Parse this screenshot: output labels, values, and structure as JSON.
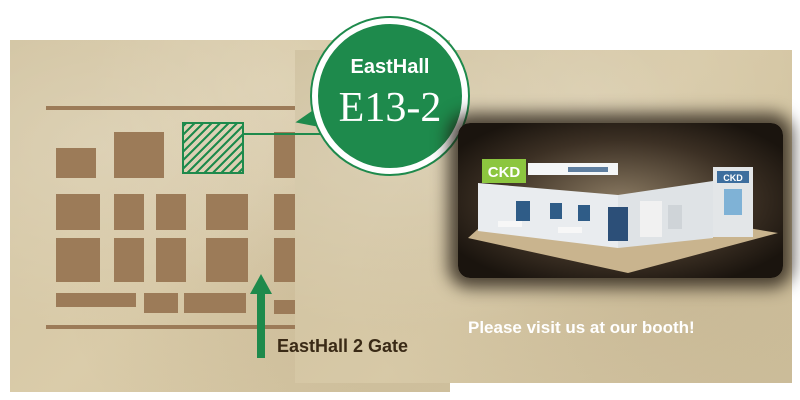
{
  "map": {
    "hall_name": "EastHall",
    "booth_code": "E13-2",
    "gate_label": "EastHall 2 Gate"
  },
  "booth": {
    "logo_left": "CKD",
    "logo_right": "CKD",
    "visit_message": "Please visit us at our booth!"
  },
  "colors": {
    "accent_green": "#1e8a4c",
    "paper": "#d8c9a5",
    "block_brown": "#9c7b58"
  }
}
